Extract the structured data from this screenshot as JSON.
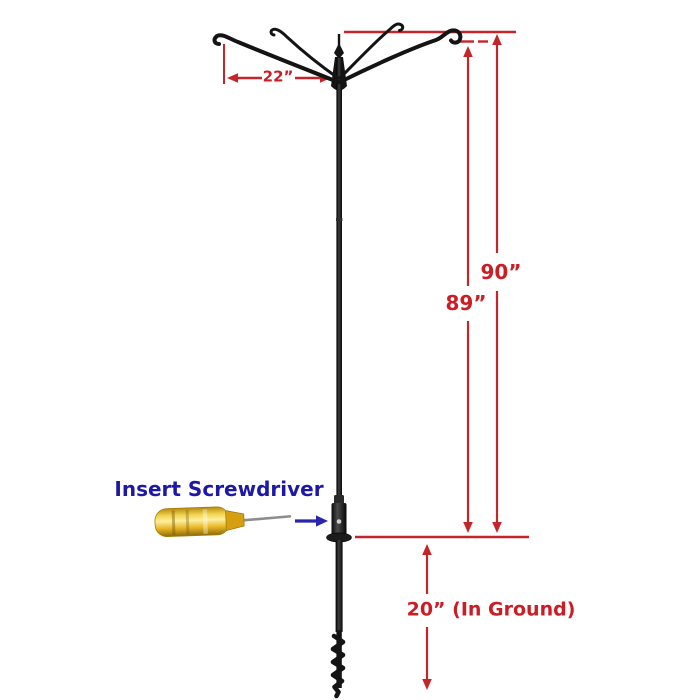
{
  "diagram": {
    "type": "product-dimension-diagram",
    "subject": "4-arm hanging pole with ground auger and screwdriver installation hint",
    "labels": {
      "arm_span": "22”",
      "total_height": "90”",
      "pole_height": "89”",
      "in_ground": "20” (In Ground)",
      "instruction": "Insert Screwdriver"
    },
    "measurements": [
      {
        "name": "arm-span",
        "value": 22,
        "unit": "inches"
      },
      {
        "name": "total-height",
        "value": 90,
        "unit": "inches"
      },
      {
        "name": "pole-height",
        "value": 89,
        "unit": "inches"
      },
      {
        "name": "in-ground-depth",
        "value": 20,
        "unit": "inches"
      }
    ],
    "colors": {
      "dimension_red": "#c42529",
      "dimension_text_red": "#cc1c24",
      "instruction_blue": "#1d19a6",
      "pole_black": "#161616",
      "screwdriver_yellow": "#e9b828",
      "background": "#ffffff"
    }
  }
}
